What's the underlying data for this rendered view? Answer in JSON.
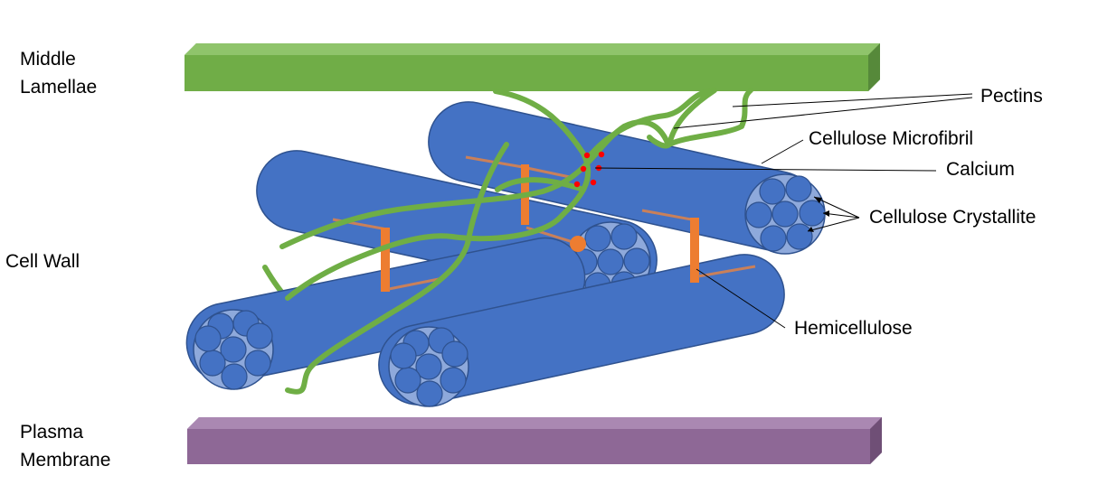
{
  "labels": {
    "middle_lamellae_1": "Middle",
    "middle_lamellae_2": "Lamellae",
    "cell_wall": "Cell Wall",
    "plasma_membrane_1": "Plasma",
    "plasma_membrane_2": "Membrane",
    "pectins": "Pectins",
    "cellulose_microfibril": "Cellulose Microfibril",
    "calcium": "Calcium",
    "cellulose_crystallite": "Cellulose Crystallite",
    "hemicellulose": "Hemicellulose"
  },
  "colors": {
    "middle_lamellae": "#70AD47",
    "plasma_membrane": "#8E6896",
    "microfibril": "#4472C4",
    "crystallite_end": "#8EA9DB",
    "pectin": "#6FAE45",
    "hemicellulose": "#ED7D31",
    "calcium": "#FF0000",
    "leader_line": "#000000"
  }
}
